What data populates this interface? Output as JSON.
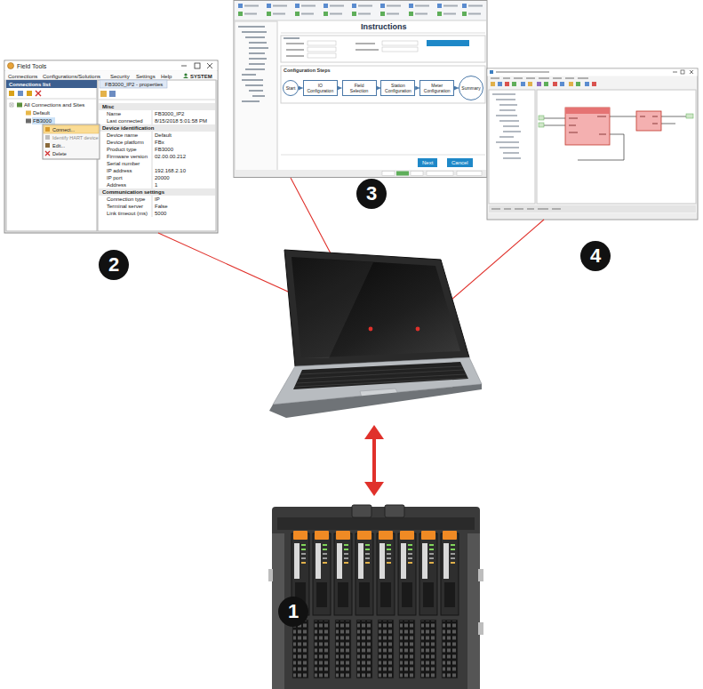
{
  "diagram": {
    "nodes": [
      {
        "text": [
          "Start"
        ]
      },
      {
        "text": [
          "IO Configuration"
        ]
      },
      {
        "text": [
          "Field Selection"
        ]
      },
      {
        "text": [
          "Station Configuration"
        ]
      },
      {
        "text": [
          "Meter Configuration"
        ]
      },
      {
        "text": [
          "Summary"
        ]
      }
    ],
    "edges": [
      {
        "from": 0,
        "to": 1,
        "arrow": "to"
      },
      {
        "from": 1,
        "to": 2,
        "arrow": "to"
      },
      {
        "from": 2,
        "to": 3,
        "arrow": "to"
      },
      {
        "from": 3,
        "to": 4,
        "arrow": "to"
      },
      {
        "from": 4,
        "to": 5,
        "arrow": "to"
      }
    ],
    "labels": [
      "1",
      "2",
      "3",
      "4",
      "Field Tools",
      "Connections",
      "Configurations/Solutions",
      "Security",
      "Settings",
      "Help",
      "SYSTEM",
      "Connections list",
      "All Connections and Sites",
      "Default",
      "FB3000",
      "Connect...",
      "Identify HART device",
      "Edit...",
      "Delete",
      "FB3000_IP2 - properties",
      "Misc",
      "Name",
      "FB3000_IP2",
      "Last connected",
      "8/15/2018 5:01:58 PM",
      "Device identification",
      "Device name",
      "Default",
      "Device platform",
      "FBx",
      "Product type",
      "FB3000",
      "Firmware version",
      "02.00.00.212",
      "Serial number",
      "IP address",
      "192.168.2.10",
      "IP port",
      "20000",
      "Address",
      "1",
      "Communication settings",
      "Connection type",
      "IP",
      "Terminal server",
      "False",
      "Link timeout (ms)",
      "5000",
      "Instructions",
      "Configuration Steps",
      "Next",
      "Cancel"
    ]
  }
}
